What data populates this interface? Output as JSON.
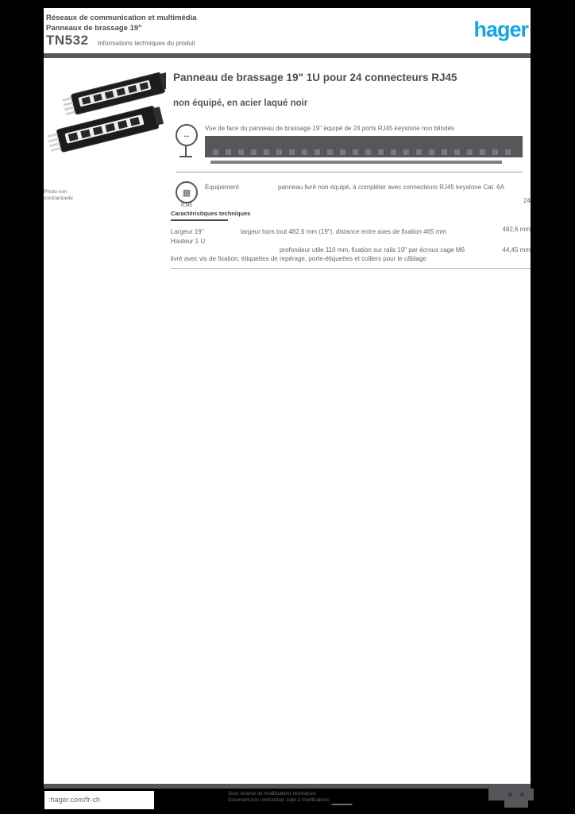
{
  "header": {
    "category_line1": "Réseaux de communication et multimédia",
    "category_line2": "Panneaux de brassage 19\"",
    "reference": "TN532",
    "doc_info": "Informations techniques du produit",
    "logo_text": "hager",
    "brand_color": "#18a4da"
  },
  "product": {
    "title": "Panneau de brassage 19\" 1U pour 24 connecteurs RJ45",
    "subtitle": "non équipé, en acier laqué noir",
    "photo_note_line1": "Photo non",
    "photo_note_line2": "contractuelle"
  },
  "specs": {
    "front_view_caption": "Vue de face du panneau de brassage 19\" équipé de 24 ports RJ45 keystone non blindés",
    "equipment_label": "Équipement",
    "equipment_text": "panneau livré non équipé, à compléter avec connecteurs RJ45 keystone Cat. 6A",
    "equipment_value": "24",
    "ports_icon_caption": "RJ45",
    "section_heading": "Caractéristiques techniques",
    "dim_label_line1": "Largeur 19\"",
    "dim_label_line2": "Hauteur 1 U",
    "dim_value1": "482,6 mm",
    "dim_value2": "44,45 mm",
    "desc_line1": "largeur hors tout 482,6 mm (19\"), distance entre axes de fixation 465 mm",
    "desc_line2": "profondeur utile 110 mm, fixation sur rails 19\" par écrous cage M6",
    "desc_line3": "livré avec vis de fixation, étiquettes de repérage, porte-étiquettes et colliers pour le câblage"
  },
  "footer": {
    "website": ":hager.com/fr-ch",
    "legal_line1": "Sous réserve de modifications techniques",
    "legal_line2": "Document non contractuel, sujet à modifications"
  }
}
